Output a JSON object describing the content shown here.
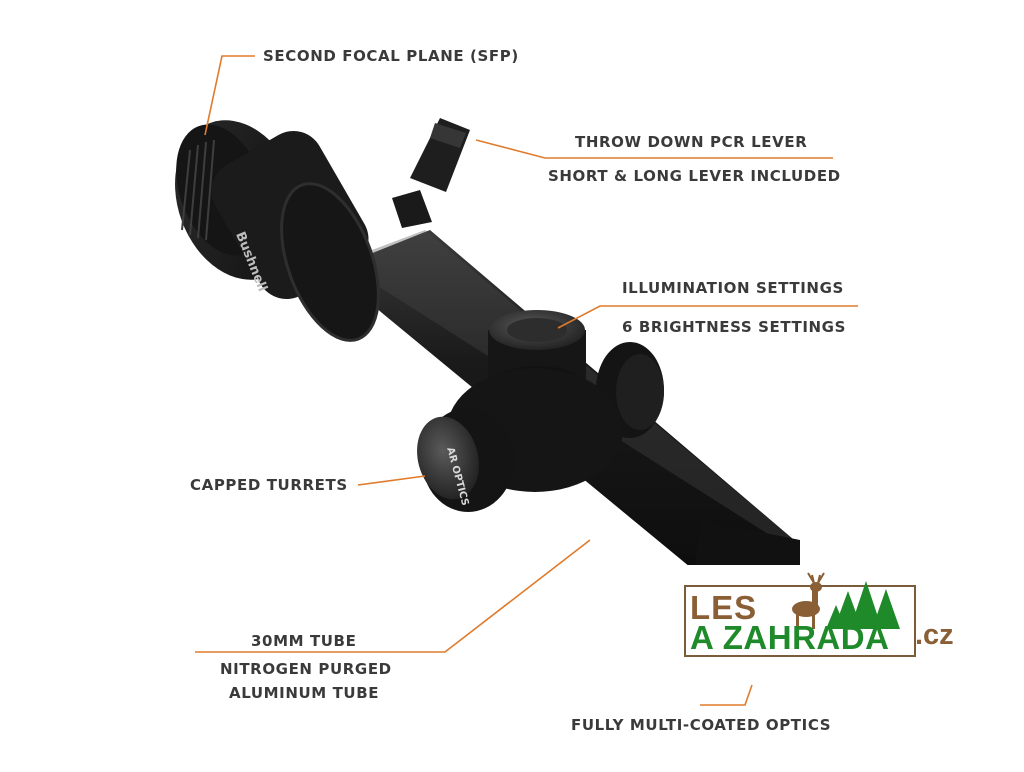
{
  "callouts": {
    "sfp": "SECOND FOCAL PLANE (SFP)",
    "pcr_title": "THROW DOWN PCR LEVER",
    "pcr_sub": "SHORT & LONG LEVER INCLUDED",
    "illum_title": "ILLUMINATION SETTINGS",
    "illum_sub": "6 BRIGHTNESS SETTINGS",
    "turrets": "CAPPED TURRETS",
    "tube_title": "30MM TUBE",
    "tube_sub1": "NITROGEN PURGED",
    "tube_sub2": "ALUMINUM TUBE",
    "optics": "FULLY MULTI-COATED OPTICS"
  },
  "scope": {
    "brand_text": "Bushnell",
    "cap_text": "AR OPTICS"
  },
  "logo": {
    "line1": "LES",
    "line2": "A ZAHRADA",
    "suffix": ".cz"
  },
  "colors": {
    "leader_line": "#e07b2c",
    "label_text": "#3a3a3a",
    "scope_body": "#1c1c1c",
    "logo_brown": "#8a5f36",
    "logo_green": "#1f8a2a"
  }
}
